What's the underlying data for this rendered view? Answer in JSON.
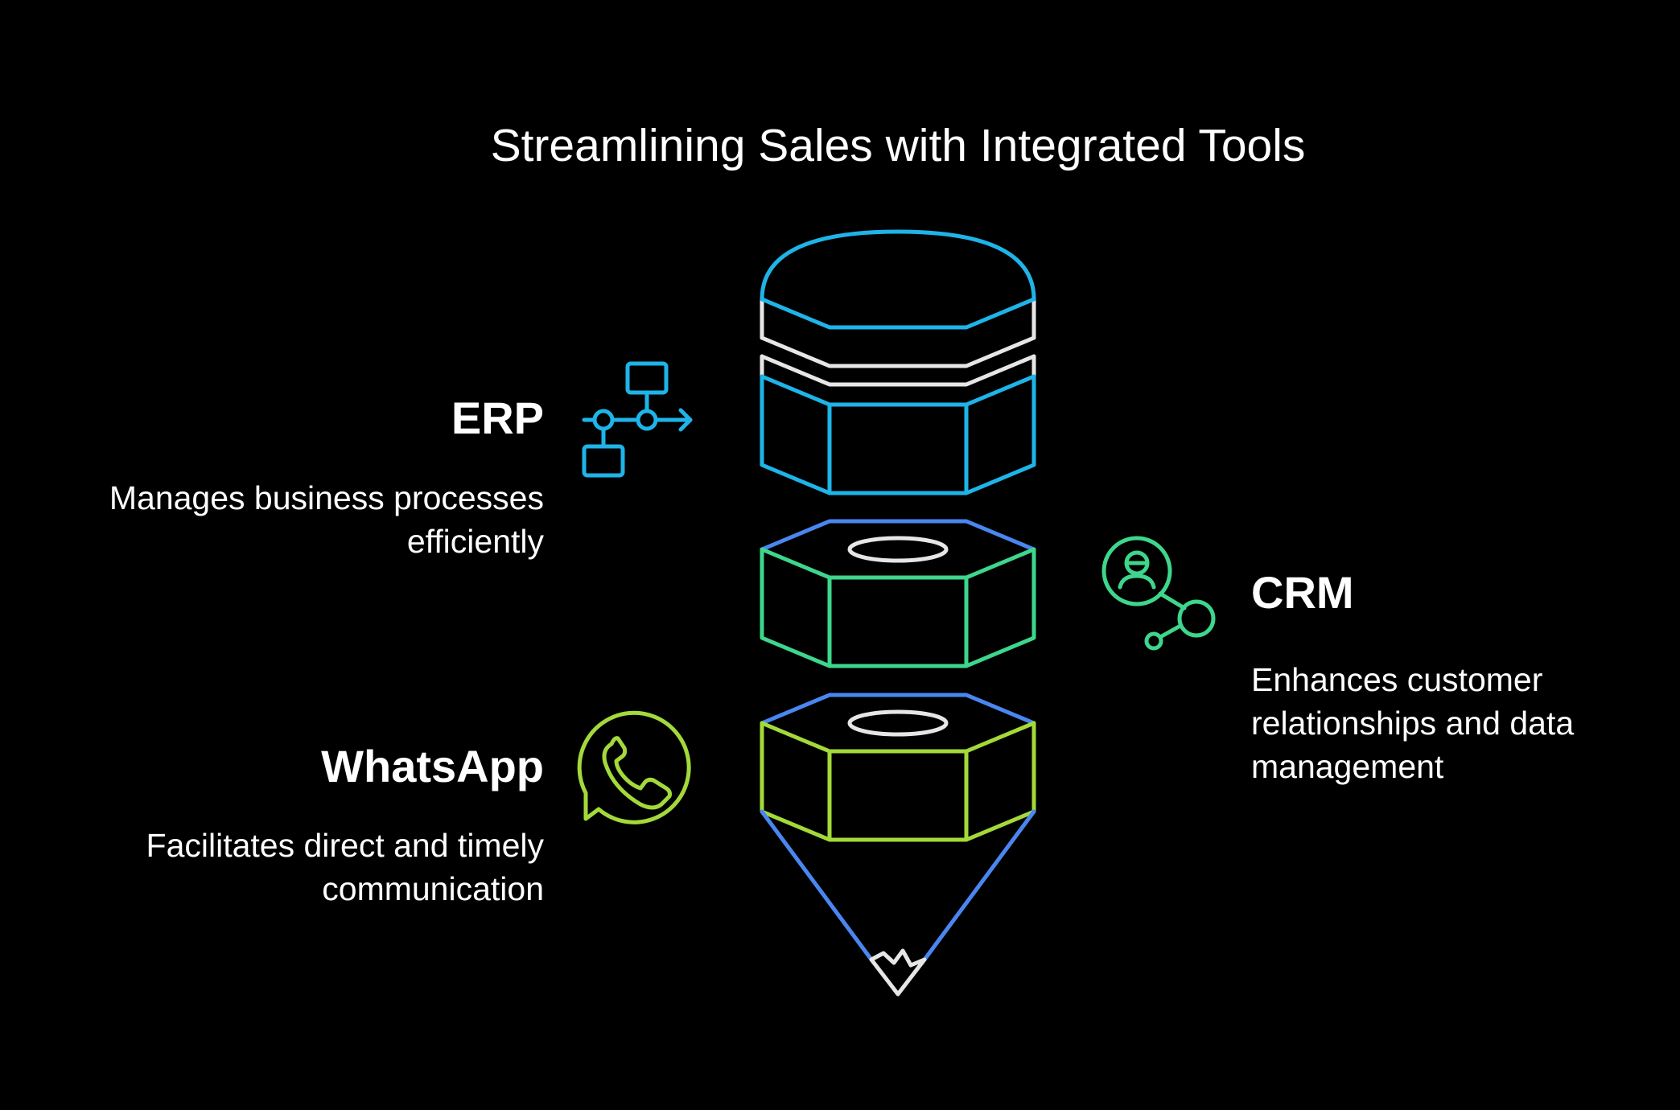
{
  "title": "Streamlining Sales with Integrated Tools",
  "items": [
    {
      "id": "erp",
      "title": "ERP",
      "description": "Manages business processes efficiently",
      "icon": "workflow-icon",
      "color": "#1EB4E8"
    },
    {
      "id": "crm",
      "title": "CRM",
      "description": "Enhances customer relationships and data management",
      "icon": "customer-network-icon",
      "color": "#3DD68C"
    },
    {
      "id": "whatsapp",
      "title": "WhatsApp",
      "description": "Facilitates direct and timely communication",
      "icon": "whatsapp-icon",
      "color": "#A4D93A"
    }
  ],
  "colors": {
    "background": "#000000",
    "erp": "#1EB4E8",
    "crm": "#3DD68C",
    "whatsapp": "#A4D93A",
    "accent_blue": "#4A86F0",
    "neutral": "#E6E6E6"
  }
}
